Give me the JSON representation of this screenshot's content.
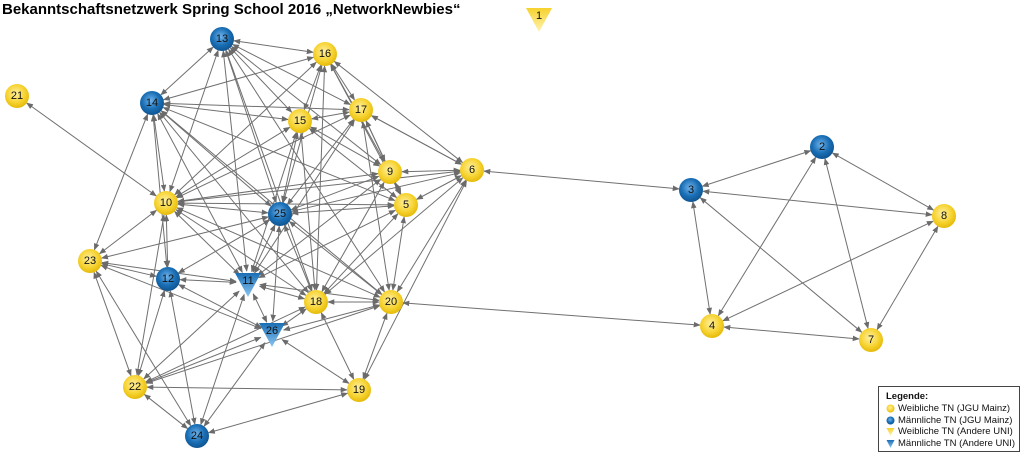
{
  "title": "Bekanntschaftsnetzwerk Spring School 2016 „NetworkNewbies“",
  "colors": {
    "female": "#f6d22e",
    "male": "#1a6fb5",
    "edge": "#707070"
  },
  "nodes": [
    {
      "id": "1",
      "type": "female-other"
    },
    {
      "id": "2",
      "type": "male-jgu"
    },
    {
      "id": "3",
      "type": "male-jgu"
    },
    {
      "id": "4",
      "type": "female-jgu"
    },
    {
      "id": "5",
      "type": "female-jgu"
    },
    {
      "id": "6",
      "type": "female-jgu"
    },
    {
      "id": "7",
      "type": "female-jgu"
    },
    {
      "id": "8",
      "type": "female-jgu"
    },
    {
      "id": "9",
      "type": "female-jgu"
    },
    {
      "id": "10",
      "type": "female-jgu"
    },
    {
      "id": "11",
      "type": "male-other"
    },
    {
      "id": "12",
      "type": "male-jgu"
    },
    {
      "id": "13",
      "type": "male-jgu"
    },
    {
      "id": "14",
      "type": "male-jgu"
    },
    {
      "id": "15",
      "type": "female-jgu"
    },
    {
      "id": "16",
      "type": "female-jgu"
    },
    {
      "id": "17",
      "type": "female-jgu"
    },
    {
      "id": "18",
      "type": "female-jgu"
    },
    {
      "id": "19",
      "type": "female-jgu"
    },
    {
      "id": "20",
      "type": "female-jgu"
    },
    {
      "id": "21",
      "type": "female-jgu"
    },
    {
      "id": "22",
      "type": "female-jgu"
    },
    {
      "id": "23",
      "type": "female-jgu"
    },
    {
      "id": "24",
      "type": "male-jgu"
    },
    {
      "id": "25",
      "type": "male-jgu"
    },
    {
      "id": "26",
      "type": "male-other"
    }
  ],
  "edges": [
    [
      "13",
      "16"
    ],
    [
      "13",
      "15"
    ],
    [
      "13",
      "14"
    ],
    [
      "13",
      "25"
    ],
    [
      "13",
      "17"
    ],
    [
      "13",
      "10"
    ],
    [
      "13",
      "11"
    ],
    [
      "13",
      "18"
    ],
    [
      "13",
      "9"
    ],
    [
      "13",
      "20"
    ],
    [
      "16",
      "14"
    ],
    [
      "16",
      "15"
    ],
    [
      "16",
      "17"
    ],
    [
      "16",
      "6"
    ],
    [
      "16",
      "25"
    ],
    [
      "16",
      "10"
    ],
    [
      "16",
      "18"
    ],
    [
      "16",
      "5"
    ],
    [
      "16",
      "9"
    ],
    [
      "14",
      "15"
    ],
    [
      "14",
      "17"
    ],
    [
      "14",
      "10"
    ],
    [
      "14",
      "12"
    ],
    [
      "14",
      "25"
    ],
    [
      "14",
      "11"
    ],
    [
      "14",
      "18"
    ],
    [
      "14",
      "20"
    ],
    [
      "14",
      "23"
    ],
    [
      "14",
      "5"
    ],
    [
      "15",
      "17"
    ],
    [
      "15",
      "9"
    ],
    [
      "15",
      "25"
    ],
    [
      "15",
      "10"
    ],
    [
      "15",
      "11"
    ],
    [
      "15",
      "18"
    ],
    [
      "15",
      "5"
    ],
    [
      "17",
      "9"
    ],
    [
      "17",
      "5"
    ],
    [
      "17",
      "25"
    ],
    [
      "17",
      "10"
    ],
    [
      "17",
      "11"
    ],
    [
      "17",
      "20"
    ],
    [
      "17",
      "6"
    ],
    [
      "9",
      "6"
    ],
    [
      "9",
      "25"
    ],
    [
      "9",
      "10"
    ],
    [
      "9",
      "18"
    ],
    [
      "9",
      "5"
    ],
    [
      "9",
      "11"
    ],
    [
      "6",
      "5"
    ],
    [
      "6",
      "25"
    ],
    [
      "6",
      "17"
    ],
    [
      "6",
      "18"
    ],
    [
      "6",
      "20"
    ],
    [
      "6",
      "19"
    ],
    [
      "6",
      "10"
    ],
    [
      "6",
      "3"
    ],
    [
      "5",
      "25"
    ],
    [
      "5",
      "10"
    ],
    [
      "5",
      "18"
    ],
    [
      "5",
      "20"
    ],
    [
      "5",
      "11"
    ],
    [
      "10",
      "21"
    ],
    [
      "10",
      "25"
    ],
    [
      "10",
      "12"
    ],
    [
      "10",
      "23"
    ],
    [
      "10",
      "22"
    ],
    [
      "10",
      "18"
    ],
    [
      "10",
      "20"
    ],
    [
      "10",
      "11"
    ],
    [
      "25",
      "11"
    ],
    [
      "25",
      "18"
    ],
    [
      "25",
      "20"
    ],
    [
      "25",
      "12"
    ],
    [
      "25",
      "23"
    ],
    [
      "25",
      "26"
    ],
    [
      "23",
      "12"
    ],
    [
      "23",
      "22"
    ],
    [
      "23",
      "24"
    ],
    [
      "23",
      "11"
    ],
    [
      "23",
      "26"
    ],
    [
      "12",
      "11"
    ],
    [
      "12",
      "22"
    ],
    [
      "12",
      "24"
    ],
    [
      "12",
      "26"
    ],
    [
      "11",
      "26"
    ],
    [
      "11",
      "24"
    ],
    [
      "11",
      "22"
    ],
    [
      "11",
      "18"
    ],
    [
      "11",
      "20"
    ],
    [
      "26",
      "18"
    ],
    [
      "26",
      "19"
    ],
    [
      "26",
      "20"
    ],
    [
      "26",
      "22"
    ],
    [
      "26",
      "24"
    ],
    [
      "18",
      "20"
    ],
    [
      "18",
      "19"
    ],
    [
      "18",
      "22"
    ],
    [
      "20",
      "19"
    ],
    [
      "20",
      "22"
    ],
    [
      "20",
      "4"
    ],
    [
      "22",
      "24"
    ],
    [
      "22",
      "19"
    ],
    [
      "24",
      "19"
    ],
    [
      "3",
      "2"
    ],
    [
      "3",
      "8"
    ],
    [
      "3",
      "4"
    ],
    [
      "3",
      "7"
    ],
    [
      "2",
      "4"
    ],
    [
      "2",
      "7"
    ],
    [
      "2",
      "8"
    ],
    [
      "8",
      "4"
    ],
    [
      "8",
      "7"
    ],
    [
      "4",
      "7"
    ]
  ],
  "legend": {
    "title": "Legende:",
    "items": [
      {
        "label": "Weibliche TN (JGU Mainz)",
        "type": "female-jgu"
      },
      {
        "label": "Männliche TN (JGU Mainz)",
        "type": "male-jgu"
      },
      {
        "label": "Weibliche TN (Andere UNI)",
        "type": "female-other"
      },
      {
        "label": "Männliche TN (Andere UNI)",
        "type": "male-other"
      }
    ]
  }
}
